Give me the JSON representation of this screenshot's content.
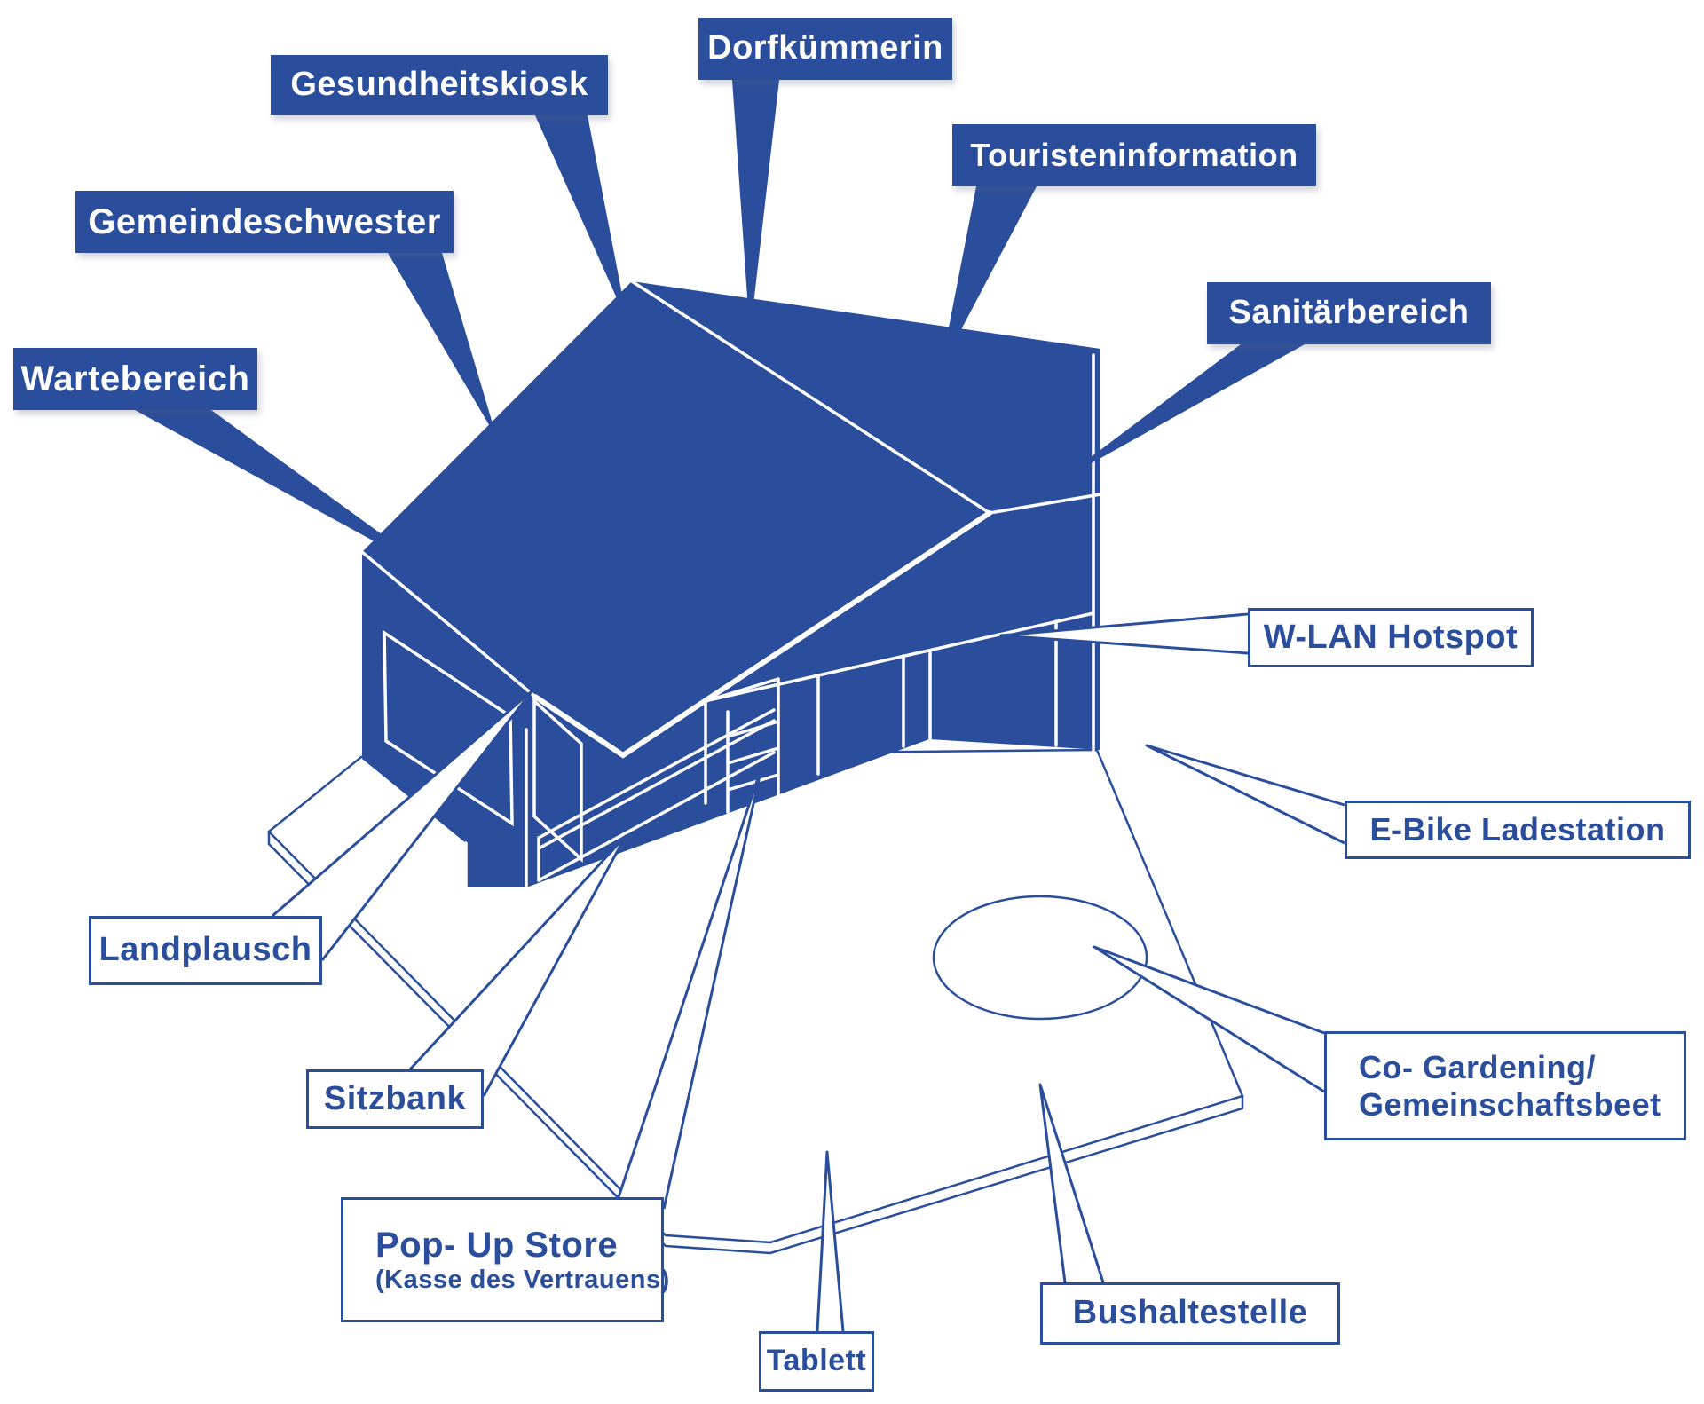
{
  "colors": {
    "primary_blue": "#2b4e9c",
    "background": "#ffffff",
    "filled_label_text": "#ffffff"
  },
  "illustration": {
    "subject": "isometric village kiosk building on a plaza",
    "garden_circle": "ellipse on plaza",
    "pointer_styles": [
      "filled-blue-wedge",
      "white-outlined-wedge"
    ]
  },
  "labels": [
    {
      "id": "dorfkuemmerin",
      "text": "Dorfkümmerin",
      "style": "filled"
    },
    {
      "id": "gesundheitskiosk",
      "text": "Gesundheitskiosk",
      "style": "filled"
    },
    {
      "id": "touristeninformation",
      "text": "Touristeninformation",
      "style": "filled"
    },
    {
      "id": "gemeindeschwester",
      "text": "Gemeindeschwester",
      "style": "filled"
    },
    {
      "id": "wartebereich",
      "text": "Wartebereich",
      "style": "filled"
    },
    {
      "id": "sanitaerbereich",
      "text": "Sanitärbereich",
      "style": "filled"
    },
    {
      "id": "wlan-hotspot",
      "text": "W-LAN Hotspot",
      "style": "outline"
    },
    {
      "id": "ebike-ladestation",
      "text": "E-Bike Ladestation",
      "style": "outline"
    },
    {
      "id": "co-gardening",
      "text": "Co- Gardening/",
      "text2": "Gemeinschaftsbeet",
      "style": "outline"
    },
    {
      "id": "landplausch",
      "text": "Landplausch",
      "style": "outline"
    },
    {
      "id": "sitzbank",
      "text": "Sitzbank",
      "style": "outline"
    },
    {
      "id": "popup-store",
      "text": "Pop- Up Store",
      "text2": "(Kasse des Vertrauens)",
      "style": "outline"
    },
    {
      "id": "tablett",
      "text": "Tablett",
      "style": "outline"
    },
    {
      "id": "bushaltestelle",
      "text": "Bushaltestelle",
      "style": "outline"
    }
  ]
}
